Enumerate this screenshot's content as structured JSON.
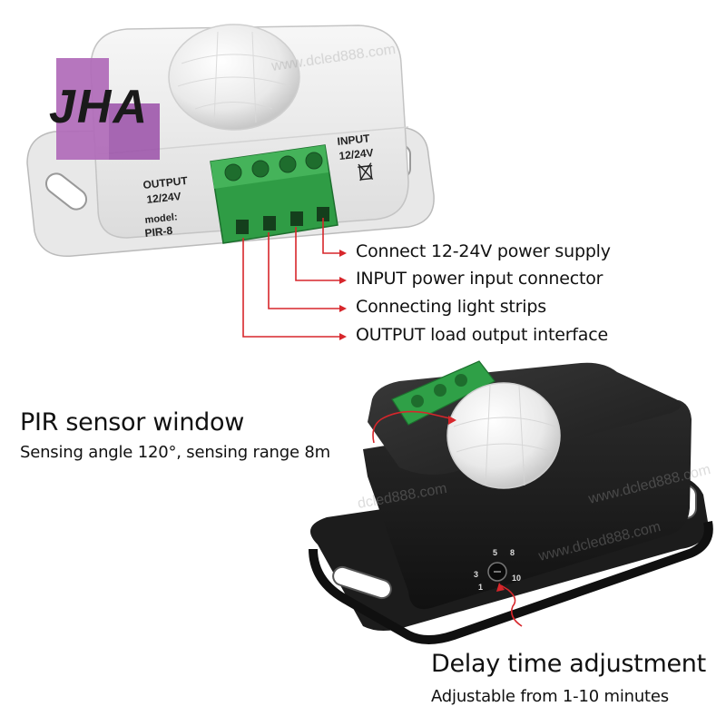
{
  "brand": {
    "logo_text": "JHA"
  },
  "device_top": {
    "output_label": "OUTPUT",
    "output_voltage": "12/24V",
    "model_label": "model:",
    "model_name": "PIR-8",
    "input_label": "INPUT",
    "input_voltage": "12/24V"
  },
  "callouts": [
    "Connect 12-24V power supply",
    "INPUT power input connector",
    "Connecting light strips",
    "OUTPUT load output interface"
  ],
  "sensor": {
    "title": "PIR sensor window",
    "subtitle": "Sensing angle 120°, sensing range 8m"
  },
  "dial": {
    "ticks": [
      "3",
      "5",
      "8",
      "10",
      "1"
    ]
  },
  "delay": {
    "title": "Delay time adjustment",
    "subtitle": "Adjustable from 1-10 minutes"
  },
  "watermarks": [
    "www.dcled888.com",
    "dcled888.com",
    "www.dcled888.com",
    "www.dcled888.com"
  ],
  "colors": {
    "callout_line": "#d7262b",
    "terminal_green": "#2fa047",
    "white_case": "#eeeeee",
    "black_case": "#2b2b2b",
    "logo_purple": "#b06ab8"
  }
}
